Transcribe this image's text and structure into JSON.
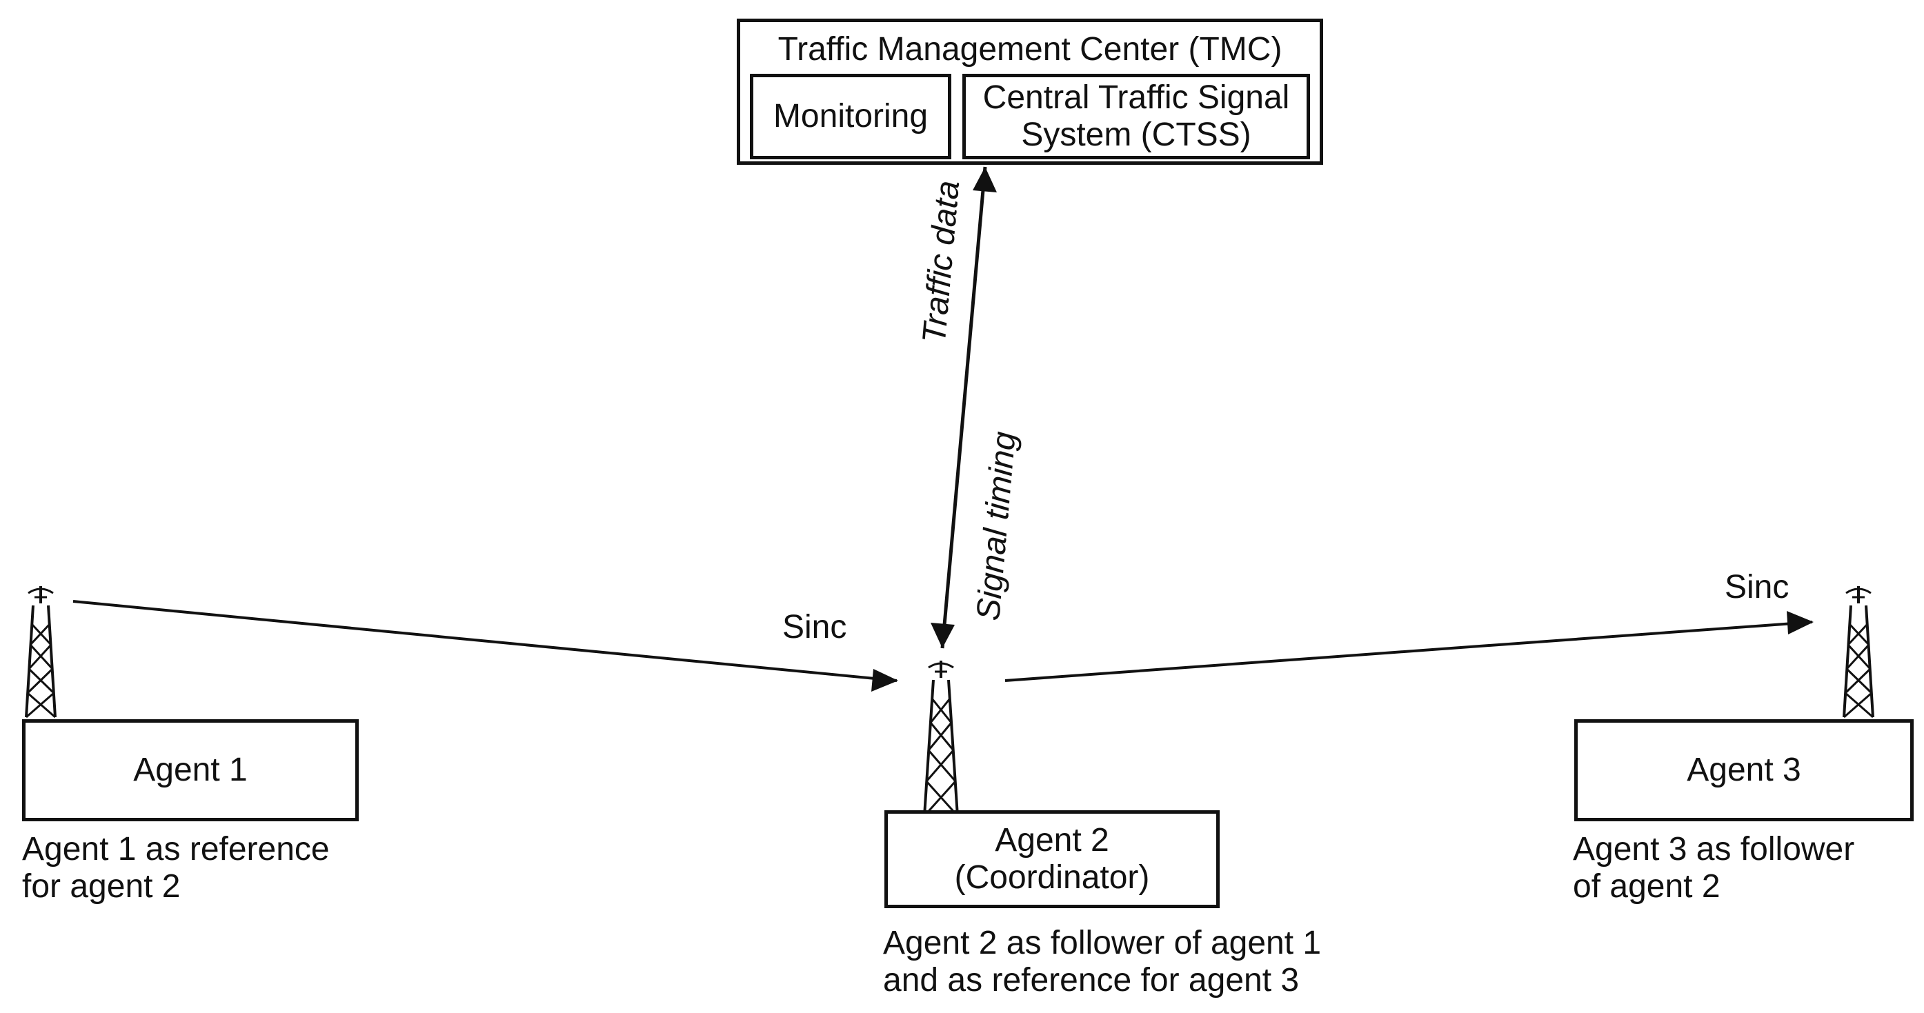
{
  "tmc": {
    "title": "Traffic Management Center (TMC)",
    "monitoring_label": "Monitoring",
    "ctss_line1": "Central Traffic Signal",
    "ctss_line2": "System (CTSS)"
  },
  "link": {
    "traffic_data_label": "Traffic data",
    "signal_timing_label": "Signal timing"
  },
  "sync": {
    "left_label": "Sinc",
    "right_label": "Sinc"
  },
  "agents": {
    "agent1": {
      "label": "Agent 1",
      "caption_line1": "Agent 1 as reference",
      "caption_line2": "for agent 2"
    },
    "agent2": {
      "label_line1": "Agent 2",
      "label_line2": "(Coordinator)",
      "caption_line1": "Agent 2 as follower of agent 1",
      "caption_line2": "and as reference for agent 3"
    },
    "agent3": {
      "label": "Agent 3",
      "caption_line1": "Agent 3 as follower",
      "caption_line2": "of agent 2"
    }
  },
  "icons": {
    "tower": "radio-tower-icon",
    "arrowhead": "arrowhead-icon"
  },
  "colors": {
    "stroke": "#111111",
    "background": "#ffffff"
  }
}
